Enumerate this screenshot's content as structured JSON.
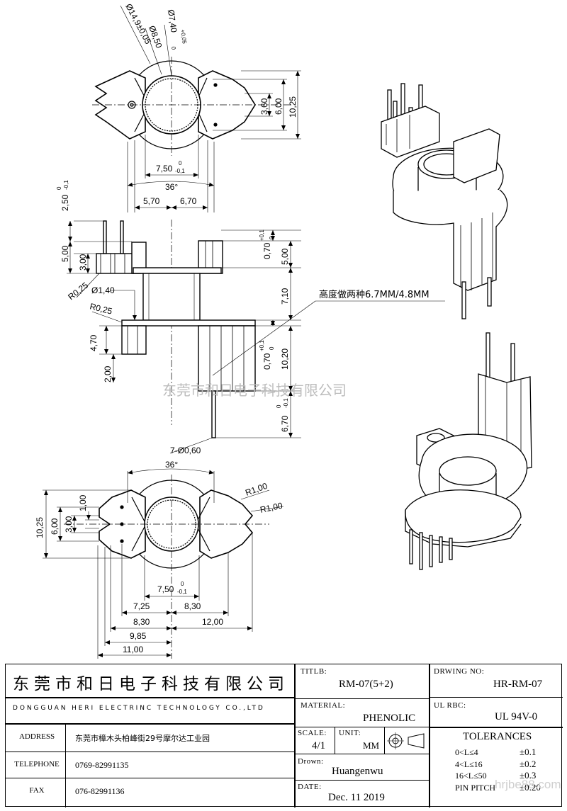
{
  "drawing": {
    "top_view": {
      "dims": [
        "Ø14,9±0,05",
        "Ø8,50",
        "Ø7,40",
        "+0,05",
        "0",
        "3,60",
        "6,00",
        "10,25",
        "7,50",
        "-0,1",
        "0",
        "36°",
        "5,70",
        "6,70"
      ]
    },
    "side_view": {
      "dims": [
        "2,50",
        "-0,1",
        "0",
        "5,00",
        "3,00",
        "R0,25",
        "Ø1,40",
        "R0,25",
        "4,70",
        "2,00",
        "0,70",
        "+0,1",
        "0",
        "5,00",
        "7,10",
        "0,70",
        "+0,1",
        "0",
        "10,20",
        "6,70",
        "-0,1",
        "0",
        "7-Ø0,60"
      ],
      "note": "高度做两种6.7MM/4.8MM"
    },
    "bottom_view": {
      "dims": [
        "36°",
        "R1,00",
        "R1,00",
        "10,25",
        "6,00",
        "3,00",
        "1,00",
        "7,50",
        "-0,1",
        "0",
        "7,25",
        "8,30",
        "8,30",
        "12,00",
        "9,85",
        "11,00"
      ]
    },
    "watermark": "东莞市和日电子科技有限公司",
    "corner_watermark": "hrjbe88.com"
  },
  "title_block": {
    "company_cn": "东莞市和日电子科技有限公司",
    "company_en": "DONGGUAN HERI ELECTRINC TECHNOLOGY CO.,LTD",
    "address_label": "ADDRESS",
    "address": "东莞市樟木头柏峰街29号摩尔达工业园",
    "telephone_label": "TELEPHONE",
    "telephone": "0769-82991135",
    "fax_label": "FAX",
    "fax": "076-82991136",
    "title_label": "TITLB:",
    "title": "RM-07(5+2)",
    "material_label": "MATERIAL:",
    "material": "PHENOLIC",
    "scale_label": "SCALE:",
    "scale": "4/1",
    "unit_label": "UNIT:",
    "unit": "MM",
    "drawn_label": "Drown:",
    "drawn": "Huangenwu",
    "date_label": "DATE:",
    "date": "Dec. 11 2019",
    "drawing_no_label": "DRWING NO:",
    "drawing_no": "HR-RM-07",
    "ul_label": "UL  RBC:",
    "ul": "UL 94V-0",
    "tolerances_label": "TOLERANCES",
    "tolerances": [
      {
        "range": "0<L≤4",
        "value": "±0.1"
      },
      {
        "range": "4<L≤16",
        "value": "±0.2"
      },
      {
        "range": "16<L≤50",
        "value": "±0.3"
      },
      {
        "range": "PIN PITCH",
        "value": "±0.20"
      }
    ]
  }
}
